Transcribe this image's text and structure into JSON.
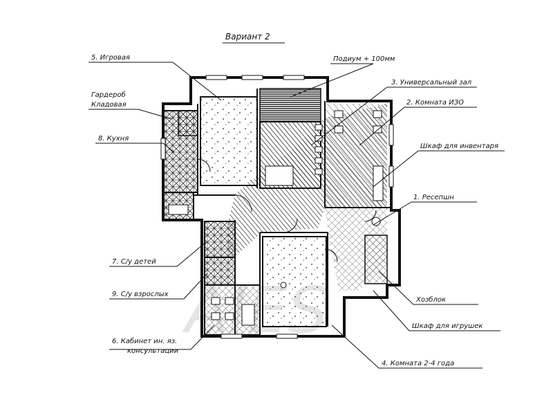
{
  "title": "Вариант 2",
  "labels": {
    "igrovaya": "5. Игровая",
    "podium": "Подиум + 100мм",
    "universal_hall": "3. Универсальный зал",
    "garderob": "Гардероб",
    "kladovaya": "Кладовая",
    "room_izo": "2. Комната ИЗО",
    "kitchen": "8. Кухня",
    "shkaf_inventar": "Шкаф для инвентаря",
    "reception": "1. Ресепшн",
    "su_deti": "7. С/у детей",
    "su_adults": "9. С/у взрослых",
    "hozblok": "Хозблок",
    "shkaf_toys": "Шкаф для игрушек",
    "cabinet_line1": "6. Кабинет ин. яз.",
    "cabinet_line2": "консультации",
    "room_2_4": "4. Комната 2-4 года"
  },
  "watermark": "AIES",
  "colors": {
    "ink": "#111111",
    "hatch": "#2b2b2b",
    "paper": "#ffffff"
  }
}
